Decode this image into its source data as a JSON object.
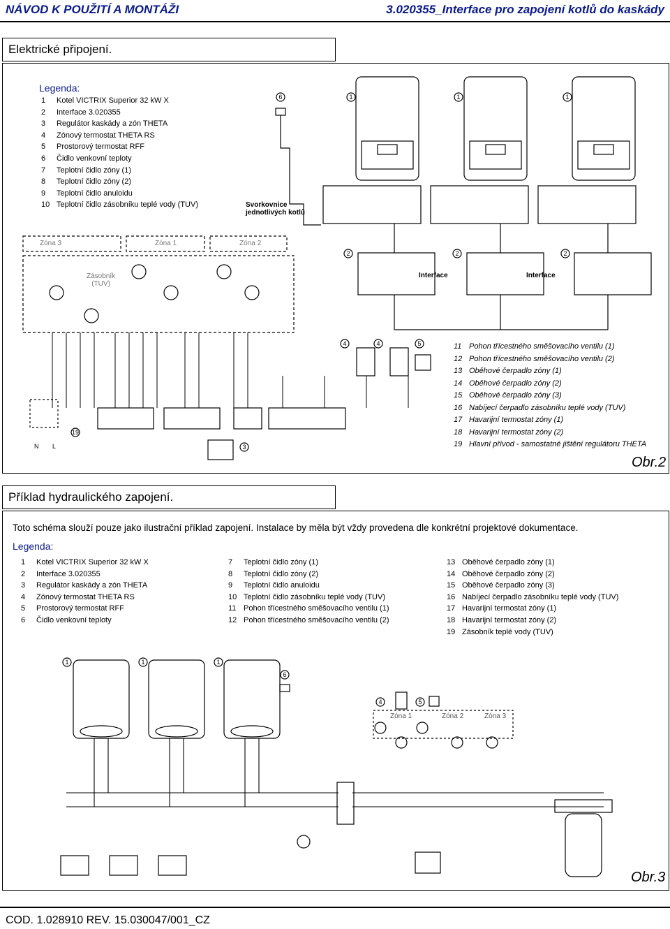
{
  "header": {
    "left": "NÁVOD K POUŽITÍ A MONTÁŽI",
    "right": "3.020355_Interface pro zapojení kotlů do kaskády"
  },
  "section1": {
    "title": "Elektrické připojení.",
    "legend_title": "Legenda:",
    "legend": [
      {
        "n": "1",
        "t": "Kotel VICTRIX Superior 32 kW X"
      },
      {
        "n": "2",
        "t": "Interface 3.020355"
      },
      {
        "n": "3",
        "t": "Regulátor kaskády a zón THETA"
      },
      {
        "n": "4",
        "t": "Zónový termostat THETA RS"
      },
      {
        "n": "5",
        "t": "Prostorový termostat RFF"
      },
      {
        "n": "6",
        "t": "Čidlo venkovní teploty"
      },
      {
        "n": "7",
        "t": "Teplotní čidlo zóny (1)"
      },
      {
        "n": "8",
        "t": "Teplotní čidlo zóny (2)"
      },
      {
        "n": "9",
        "t": "Teplotní čidlo anuloidu"
      },
      {
        "n": "10",
        "t": "Teplotní čidlo zásobníku teplé vody (TUV)"
      }
    ],
    "svorkovnice": [
      "Svorkovnice",
      "jednotlivých kotlů"
    ],
    "zones": [
      "Zóna 3",
      "Zóna 1",
      "Zóna 2"
    ],
    "zasobnik": [
      "Zásobník",
      "(TUV)"
    ],
    "interface_labels": [
      "Interface",
      "Interface"
    ],
    "legend2": [
      {
        "n": "11",
        "t": "Pohon třícestného směšovacího ventilu (1)"
      },
      {
        "n": "12",
        "t": "Pohon třícestného směšovacího ventilu (2)"
      },
      {
        "n": "13",
        "t": "Oběhové čerpadlo zóny (1)"
      },
      {
        "n": "14",
        "t": "Oběhové čerpadlo zóny (2)"
      },
      {
        "n": "15",
        "t": "Oběhové čerpadlo zóny (3)"
      },
      {
        "n": "16",
        "t": "Nabíjecí čerpadlo zásobníku teplé vody (TUV)"
      },
      {
        "n": "17",
        "t": "Havarijní termostat zóny (1)"
      },
      {
        "n": "18",
        "t": "Havarijní termostat zóny (2)"
      },
      {
        "n": "19",
        "t": "Hlavní přívod - samostatné jištění regulátoru THETA"
      }
    ],
    "obr": "Obr.2"
  },
  "section2": {
    "title": "Příklad hydraulického zapojení.",
    "note": "Toto schéma slouží pouze jako ilustrační příklad zapojení. Instalace by měla být vždy provedena dle konkrétní projektové dokumentace.",
    "legend_title": "Legenda:",
    "col1": [
      {
        "n": "1",
        "t": "Kotel VICTRIX Superior 32 kW X"
      },
      {
        "n": "2",
        "t": "Interface 3.020355"
      },
      {
        "n": "3",
        "t": "Regulátor kaskády a zón THETA"
      },
      {
        "n": "4",
        "t": "Zónový termostat THETA RS"
      },
      {
        "n": "5",
        "t": "Prostorový termostat RFF"
      },
      {
        "n": "6",
        "t": "Čidlo venkovní teploty"
      }
    ],
    "col2": [
      {
        "n": "7",
        "t": "Teplotní čidlo zóny (1)"
      },
      {
        "n": "8",
        "t": "Teplotní čidlo zóny (2)"
      },
      {
        "n": "9",
        "t": "Teplotní čidlo anuloidu"
      },
      {
        "n": "10",
        "t": "Teplotní čidlo zásobníku teplé vody (TUV)"
      },
      {
        "n": "11",
        "t": "Pohon třícestného směšovacího ventilu (1)"
      },
      {
        "n": "12",
        "t": "Pohon třícestného směšovacího ventilu (2)"
      }
    ],
    "col3": [
      {
        "n": "13",
        "t": "Oběhové čerpadlo zóny (1)"
      },
      {
        "n": "14",
        "t": "Oběhové čerpadlo zóny (2)"
      },
      {
        "n": "15",
        "t": "Oběhové čerpadlo zóny (3)"
      },
      {
        "n": "16",
        "t": "Nabíjecí čerpadlo zásobníku teplé vody (TUV)"
      },
      {
        "n": "17",
        "t": "Havarijní termostat zóny (1)"
      },
      {
        "n": "18",
        "t": "Havarijní termostat zóny (2)"
      },
      {
        "n": "19",
        "t": "Zásobník teplé vody (TUV)"
      }
    ],
    "zones": [
      "Zóna 1",
      "Zóna 2",
      "Zóna 3"
    ],
    "obr": "Obr.3"
  },
  "footer": "COD. 1.028910 REV. 15.030047/001_CZ"
}
